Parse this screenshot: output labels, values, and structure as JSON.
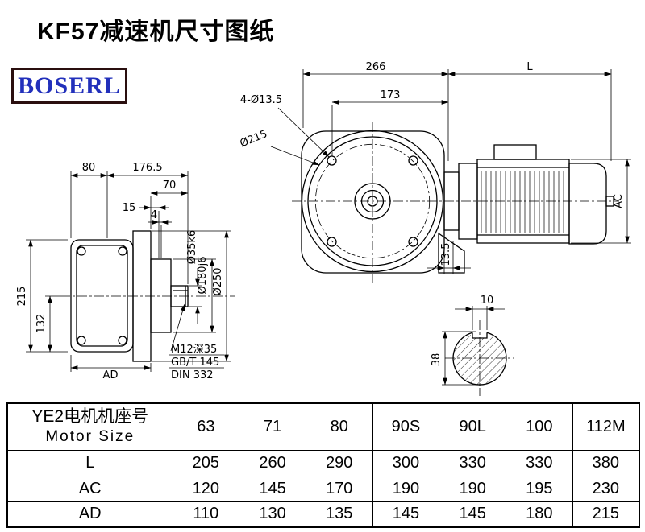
{
  "page": {
    "title": "KF57减速机尺寸图纸",
    "brand": "BOSERL"
  },
  "drawing": {
    "front": {
      "dim_width": "266",
      "dim_motor_len": "L",
      "dim_bolt_span": "173",
      "bolt_callout": "4-Ø13.5",
      "flange_dia": "Ø215",
      "dim_motor_height": "AC",
      "dim_offset": "13.5"
    },
    "side": {
      "dim_80": "80",
      "dim_176_5": "176.5",
      "dim_70": "70",
      "dim_15": "15",
      "dim_4": "4",
      "dim_height": "215",
      "dim_center_height": "132",
      "dim_ad": "AD",
      "shaft_dia": "Ø35k6",
      "spigot_dia": "Ø180j6",
      "flange_od": "Ø250",
      "note_tap": "M12深35",
      "note_std1": "GB/T 145",
      "note_std2": "DIN 332"
    },
    "section": {
      "key_width": "10",
      "shaft_height": "38"
    }
  },
  "table": {
    "header_cn": "YE2电机机座号",
    "header_en": "Motor Size",
    "sizes": [
      "63",
      "71",
      "80",
      "90S",
      "90L",
      "100",
      "112M"
    ],
    "rows": [
      {
        "label": "L",
        "values": [
          "205",
          "260",
          "290",
          "300",
          "330",
          "330",
          "380"
        ]
      },
      {
        "label": "AC",
        "values": [
          "120",
          "145",
          "170",
          "190",
          "190",
          "195",
          "230"
        ]
      },
      {
        "label": "AD",
        "values": [
          "110",
          "130",
          "135",
          "145",
          "145",
          "180",
          "215"
        ]
      }
    ]
  }
}
